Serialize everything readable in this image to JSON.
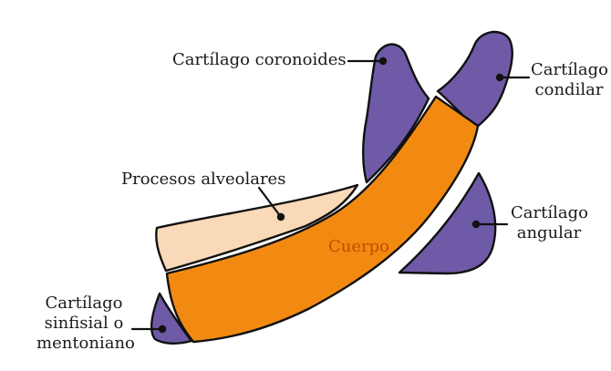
{
  "labels": {
    "coronoides": "Cartílago coronoides",
    "condilar_line1": "Cartílago",
    "condilar_line2": "condilar",
    "alveolares": "Procesos alveolares",
    "angular_line1": "Cartílago",
    "angular_line2": "angular",
    "cuerpo": "Cuerpo",
    "sinfisial_line1": "Cartílago",
    "sinfisial_line2": "sinfisial o",
    "sinfisial_line3": "mentoniano"
  },
  "colors": {
    "cartilage": "#6e5aa6",
    "body": "#f28a12",
    "alveolar": "#fad9b8",
    "outline": "#111111",
    "cuerpo_text": "#c84a00"
  }
}
